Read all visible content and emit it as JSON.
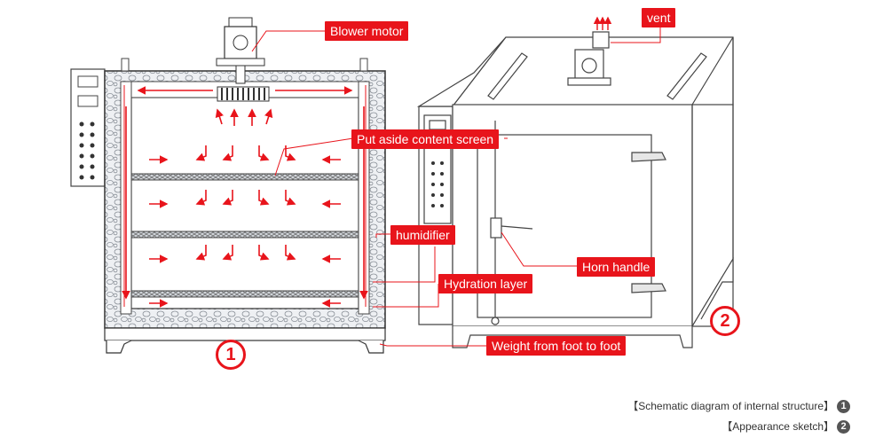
{
  "callouts": {
    "blower_motor": "Blower motor",
    "vent": "vent",
    "content_screen": "Put aside content screen",
    "humidifier": "humidifier",
    "horn_handle": "Horn handle",
    "hydration_layer": "Hydration layer",
    "weight_foot": "Weight from foot to foot"
  },
  "markers": {
    "one": "1",
    "two": "2"
  },
  "legend": {
    "schematic": "【Schematic diagram of internal structure】",
    "schematic_num": "1",
    "appearance": "【Appearance sketch】",
    "appearance_num": "2"
  },
  "colors": {
    "accent": "#e8141b",
    "line": "#555555",
    "insulation": "#e9ecef"
  }
}
